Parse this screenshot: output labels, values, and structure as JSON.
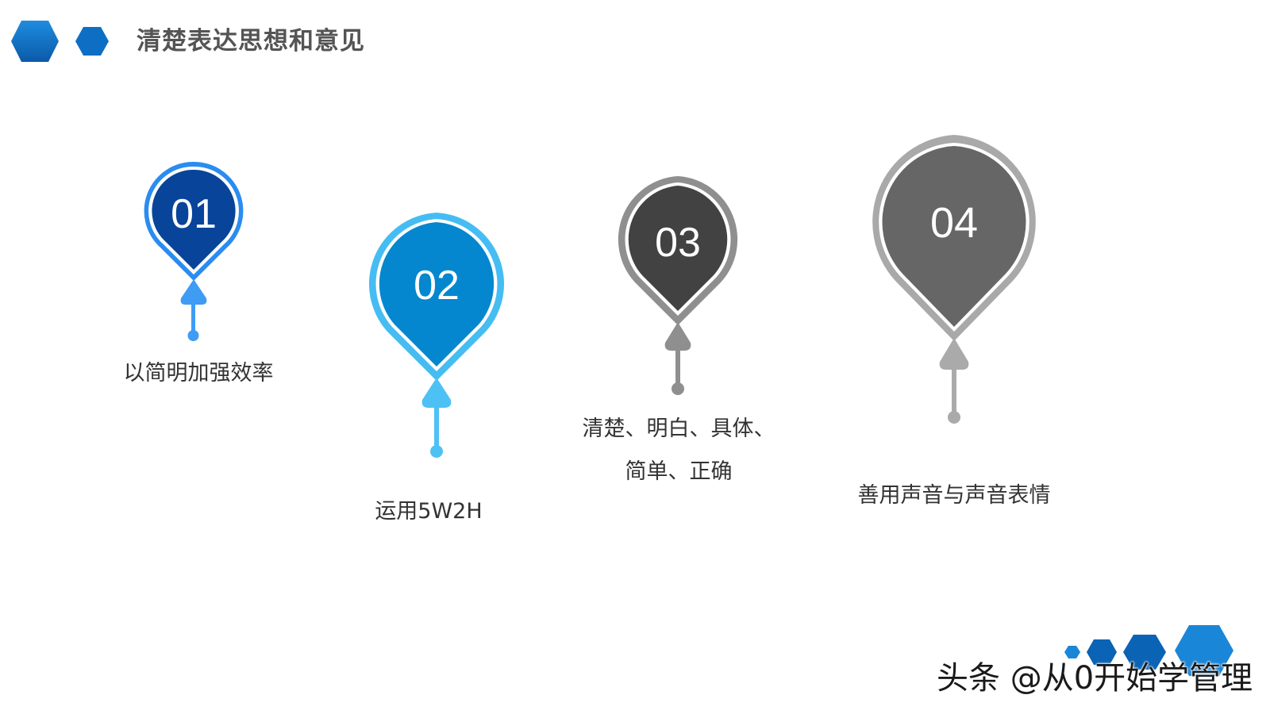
{
  "header": {
    "title": "清楚表达思想和意见"
  },
  "colors": {
    "hex_dark": "#0a63b5",
    "hex_light": "#1a86d8",
    "pin1": "#08449a",
    "pin1_ring": "#2a8cf0",
    "pin1_stem": "#3e9cf5",
    "pin2": "#0487cf",
    "pin2_ring": "#45bdf3",
    "pin2_stem": "#4ec1f4",
    "pin3": "#424242",
    "pin3_ring": "#8f8f8f",
    "pin3_stem": "#8f8f8f",
    "pin4": "#666666",
    "pin4_ring": "#a9a9a9",
    "pin4_stem": "#aaaaaa"
  },
  "steps": [
    {
      "number": "01",
      "label": "以简明加强效率"
    },
    {
      "number": "02",
      "label": "运用5W2H"
    },
    {
      "number": "03",
      "label_line1": "清楚、明白、具体、",
      "label_line2": "简单、正确"
    },
    {
      "number": "04",
      "label": "善用声音与声音表情"
    }
  ],
  "watermark": {
    "text": "头条 @从0开始学管理"
  }
}
